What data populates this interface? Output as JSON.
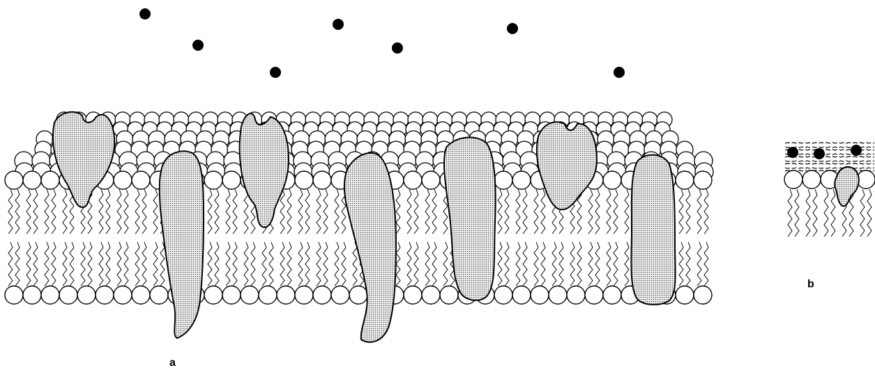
{
  "figure": {
    "panels": [
      {
        "id": "a",
        "label": "a"
      },
      {
        "id": "b",
        "label": "b"
      }
    ]
  },
  "colors": {
    "ink": "#000000",
    "background": "#ffffff",
    "protein_fill": "#d9d9d9"
  },
  "diagram_elements": [
    "ligand-dot-icon",
    "lipid-head-icon",
    "lipid-tail-icon",
    "peripheral-protein-icon",
    "transmembrane-protein-icon",
    "adsorbed-layer-icon"
  ]
}
